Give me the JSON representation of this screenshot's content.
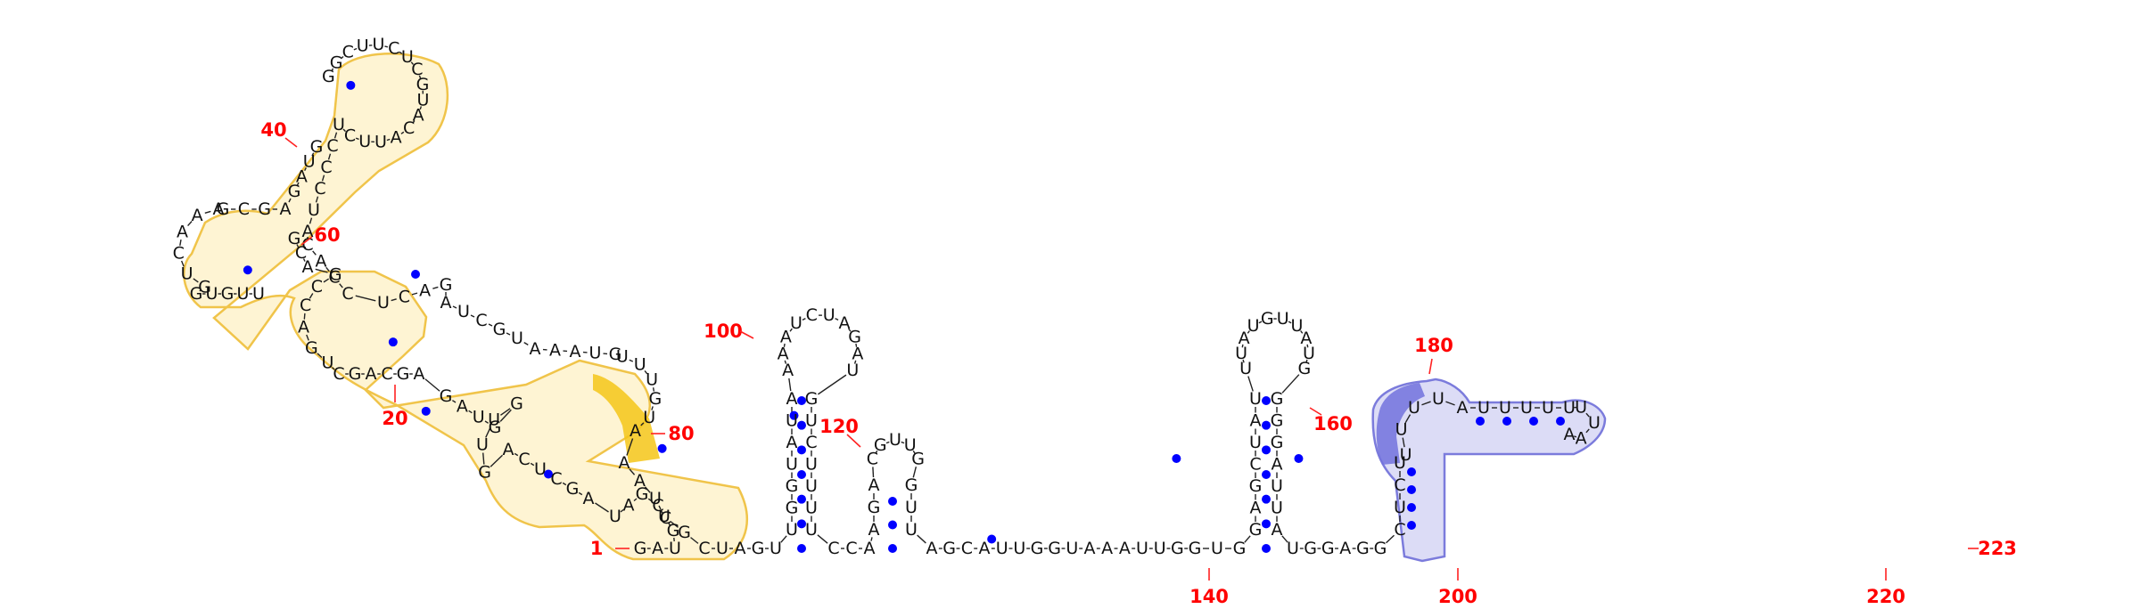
{
  "sequence": "GAUGCCGAUAGCUCAGUUGGUAGAGCAGCUGACCGACGUUGUGGUCAAAGCGAGAUGGGCUUCUCGUACAUUCUCCCUACACCUCAGAUCGUAAAUGUUUGUAAAUUGCUAGUUGGUAUAAAAUCUAGAUGUCUUUUCCAAGACGUUGGUUAGCAUUGGUAAAUUGGUGGAGCUAUUUAUGUUAUGGGGAUUAUGGAGGCUCUUUUUAUUUUUUUAA",
  "labels": {
    "n1": "1",
    "n20": "20",
    "n40": "40",
    "n60": "60",
    "n80": "80",
    "n100": "100",
    "n120": "120",
    "n140": "140",
    "n160": "160",
    "n180": "180",
    "n200": "200",
    "n220": "220",
    "n223": "223"
  },
  "base_pairs": [
    [
      9,
      14
    ],
    [
      13,
      29
    ],
    [
      20,
      35
    ],
    [
      33,
      45
    ],
    [
      60,
      73
    ],
    [
      77,
      91
    ],
    [
      98,
      107
    ],
    [
      114,
      123
    ],
    [
      150,
      159
    ],
    [
      161,
      176
    ],
    [
      185,
      193
    ]
  ],
  "highlighted_regions": [
    {
      "name": "domain-1",
      "from": 2,
      "to": 87,
      "color": "#f5c518"
    },
    {
      "name": "domain-2",
      "from": 175,
      "to": 199,
      "color": "#6a6ad8"
    }
  ],
  "colors": {
    "nucleotide": "#111111",
    "pair_dot": "#0000ff",
    "position_number": "#ff0000",
    "region_yellow_fill": "#fdf0c4",
    "region_yellow_stroke": "#f0c44a",
    "region_yellow_dark": "#f5c518",
    "region_blue_fill": "#d6d6f4",
    "region_blue_stroke": "#7b7bdc",
    "region_blue_dark": "#7272dd"
  }
}
